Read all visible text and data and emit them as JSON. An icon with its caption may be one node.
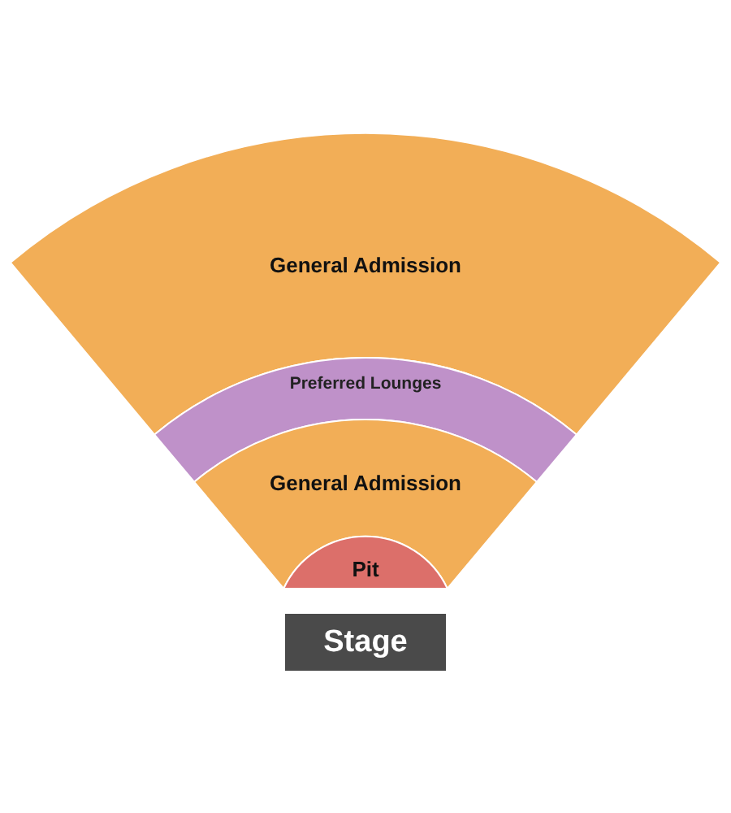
{
  "diagram": {
    "nodes": [
      {
        "text": [
          "General Admission"
        ]
      },
      {
        "text": [
          "Preferred Lounges"
        ]
      },
      {
        "text": [
          "General Admission"
        ]
      },
      {
        "text": [
          "Pit"
        ]
      },
      {
        "text": [
          "Stage"
        ]
      }
    ],
    "edges": []
  }
}
